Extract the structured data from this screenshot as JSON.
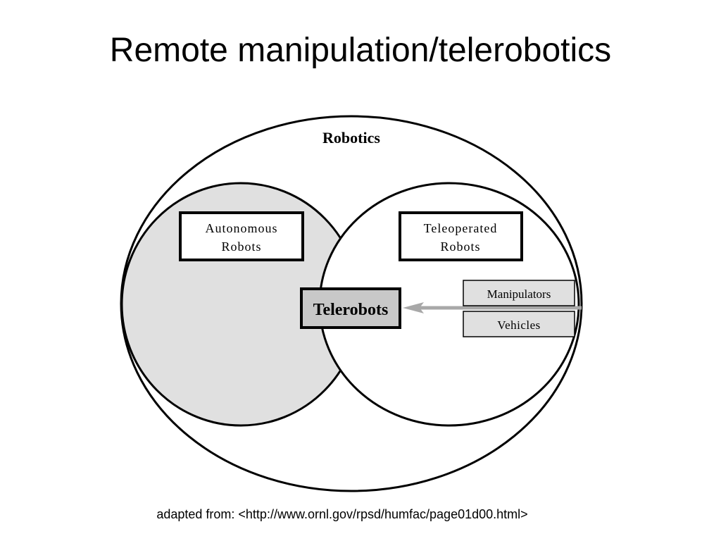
{
  "slide": {
    "title": "Remote manipulation/telerobotics",
    "footer": "adapted from: <http://www.ornl.gov/rpsd/humfac/page01d00.html>"
  },
  "diagram": {
    "outer_label": "Robotics",
    "left_box": {
      "line1": "Autonomous",
      "line2": "Robots"
    },
    "right_box": {
      "line1": "Teleoperated",
      "line2": "Robots"
    },
    "center_box": "Telerobots",
    "sub_box_top": "Manipulators",
    "sub_box_bottom": "Vehicles"
  },
  "colors": {
    "left_fill": "#e0e0e0",
    "center_fill": "#c8c8c8",
    "arrow": "#a8a8a8",
    "stroke": "#000000"
  }
}
